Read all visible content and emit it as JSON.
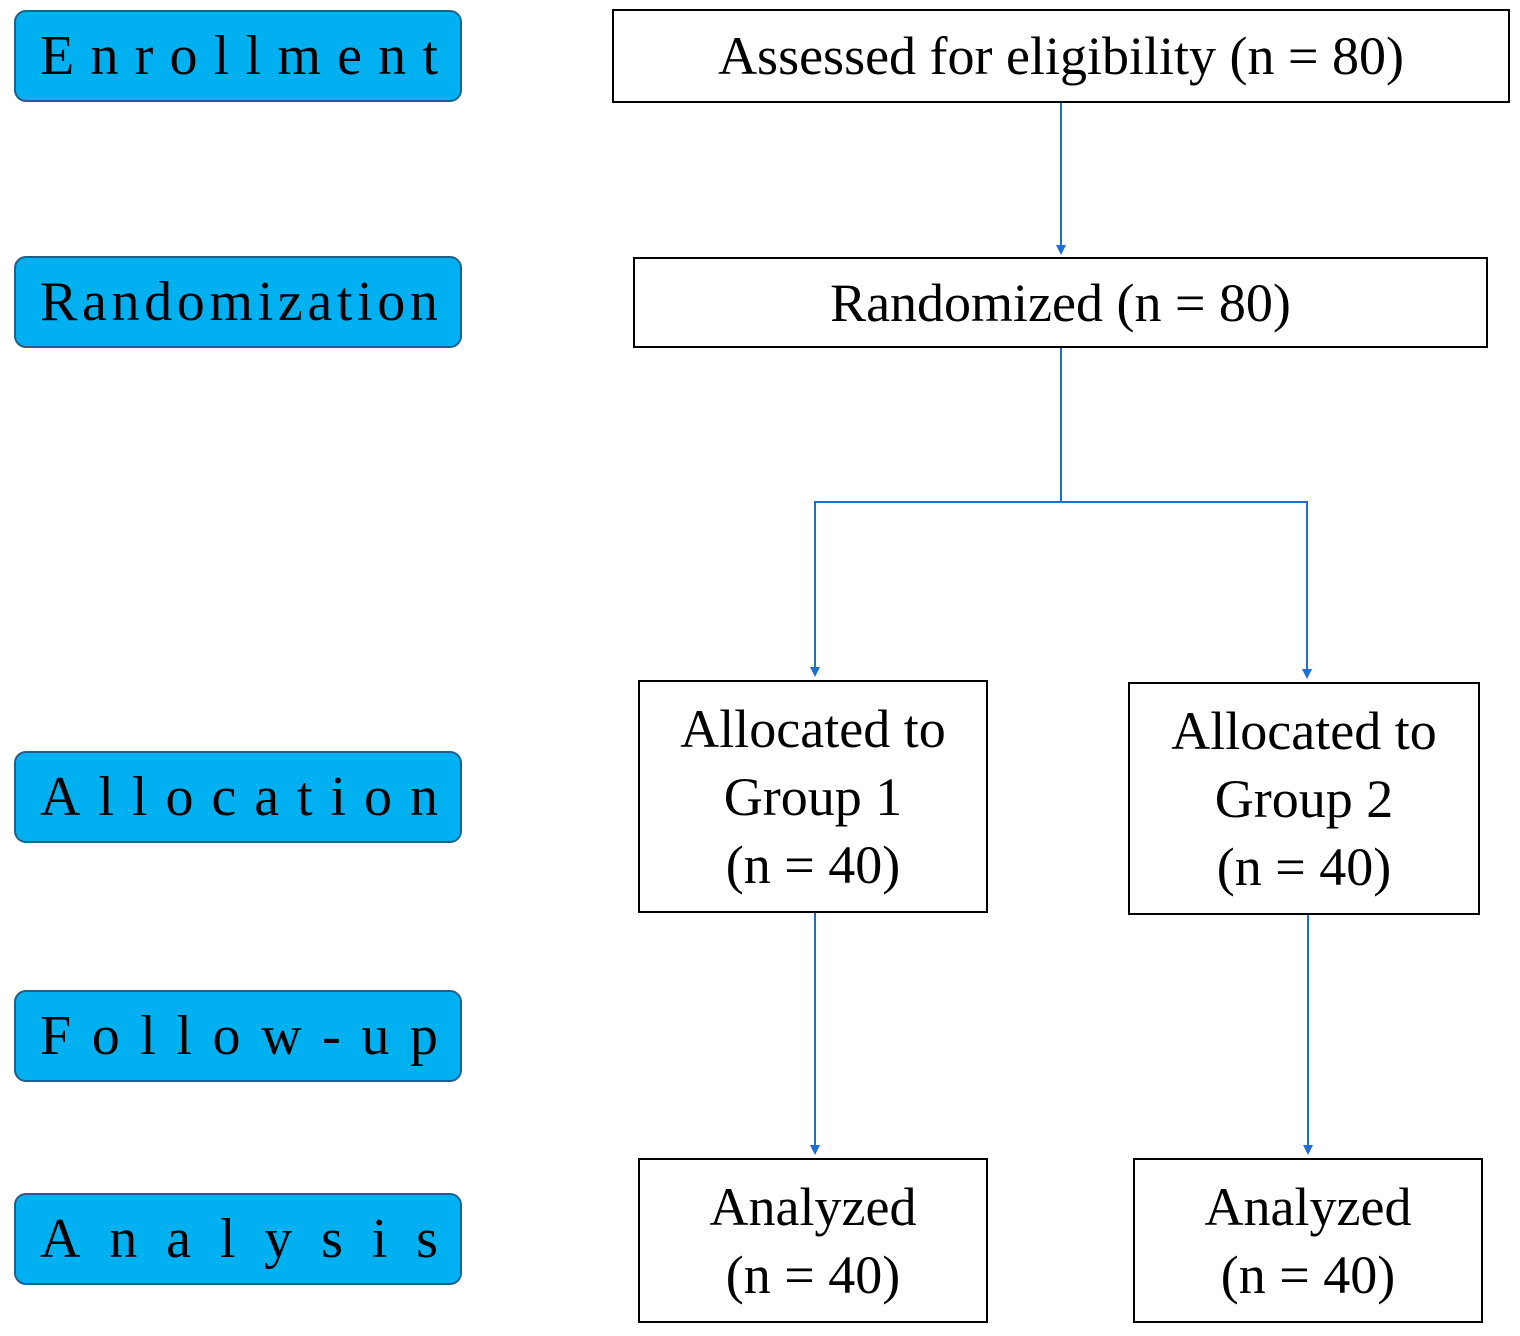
{
  "colors": {
    "stage_fill": "#00B0F0",
    "stage_border": "#1F5F8B",
    "arrow": "#1F6FD0",
    "box_border": "#000000"
  },
  "stages": {
    "enrollment": "Enrollment",
    "randomization": "Randomization",
    "allocation": "Allocation",
    "follow_up": "Follow-up",
    "analysis": "Analysis"
  },
  "boxes": {
    "assessed": "Assessed for eligibility (n = 80)",
    "randomized": "Randomized (n = 80)",
    "group1": {
      "line1": "Allocated to",
      "line2": "Group 1",
      "line3": "(n = 40)"
    },
    "group2": {
      "line1": "Allocated to",
      "line2": "Group 2",
      "line3": "(n = 40)"
    },
    "analyzed1": {
      "line1": "Analyzed",
      "line2": "(n = 40)"
    },
    "analyzed2": {
      "line1": "Analyzed",
      "line2": "(n = 40)"
    }
  }
}
